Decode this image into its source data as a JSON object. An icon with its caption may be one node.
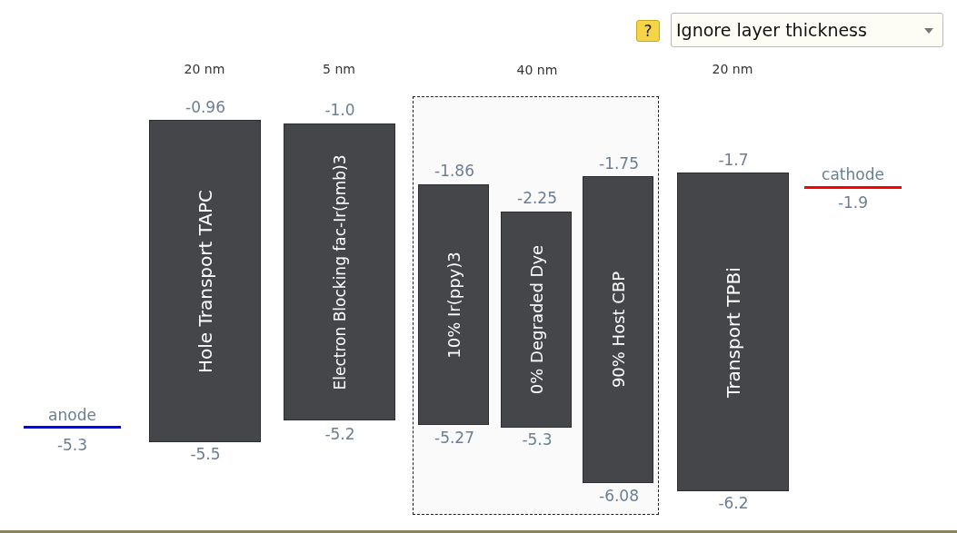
{
  "diagram": {
    "nodes": [
      {
        "text": [
          "anode"
        ],
        "beside": [
          "-5.3"
        ]
      },
      {
        "text": [
          "Hole Transport TAPC"
        ],
        "beside": [
          "-0.96",
          "-5.5"
        ]
      },
      {
        "text": [
          "Electron Blocking fac-Ir(pmb)3"
        ],
        "beside": [
          "-1.0",
          "-5.2"
        ]
      },
      {
        "text": [
          "40 nm"
        ]
      },
      {
        "text": [
          "10% Ir(ppy)3"
        ],
        "in": 3,
        "beside": [
          "-1.86",
          "-5.27"
        ]
      },
      {
        "text": [
          "0% Degraded Dye"
        ],
        "in": 3,
        "beside": [
          "-2.25",
          "-5.3"
        ]
      },
      {
        "text": [
          "90% Host CBP"
        ],
        "in": 3,
        "beside": [
          "-1.75",
          "-6.08"
        ]
      },
      {
        "text": [
          "Transport TPBi"
        ],
        "beside": [
          "-1.7",
          "-6.2"
        ]
      },
      {
        "text": [
          "cathode"
        ],
        "beside": [
          "-1.9"
        ]
      }
    ],
    "labels": [
      "?",
      "Ignore layer thickness",
      "20 nm",
      "5 nm",
      "20 nm"
    ]
  }
}
